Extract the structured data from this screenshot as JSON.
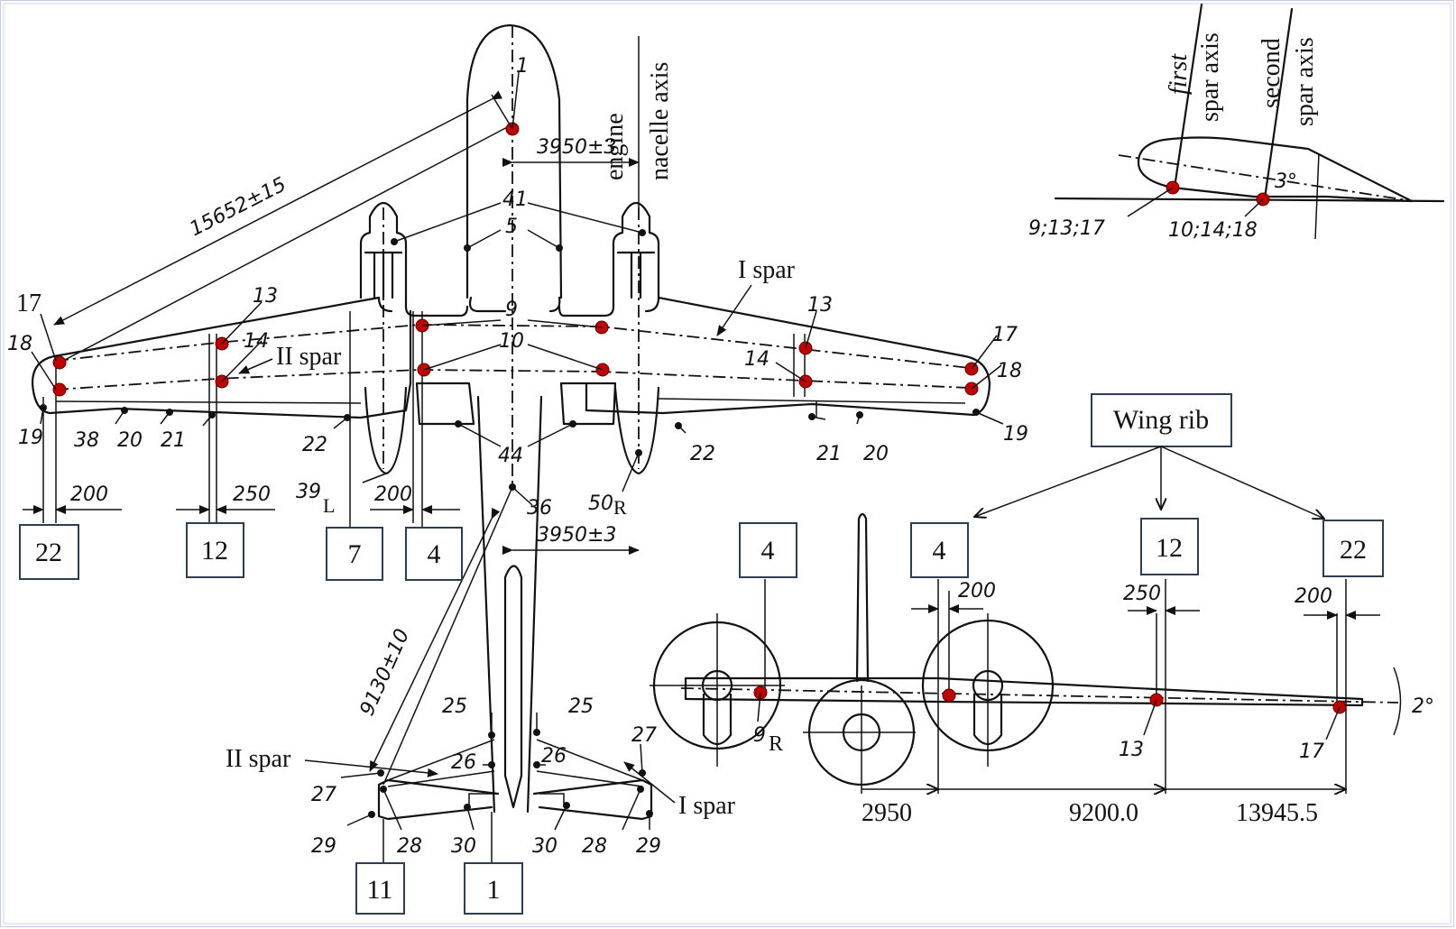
{
  "diagram": {
    "point_color": "#c00000",
    "box_border_color": "#2c3e50",
    "plan_view": {
      "dimensions": {
        "wing_diagonal": "15652±15",
        "nacelle_offset_top": "3950±3",
        "nacelle_offset_bottom": "3950±3",
        "tail_diagonal": "9130±10",
        "rib22_offset": "200",
        "rib12_offset": "250",
        "rib4_offset": "200"
      },
      "text_labels": {
        "engine": "engine",
        "nacelle_axis": "nacelle axis",
        "i_spar_wing": "I spar",
        "ii_spar_wing": "II spar",
        "ii_spar_tail": "II spar",
        "i_spar_tail": "I spar"
      },
      "point_numbers": {
        "p1": "1",
        "p41": "41",
        "p5": "5",
        "p9": "9",
        "p10": "10",
        "p44": "44",
        "p36": "36",
        "p13l": "13",
        "p14l": "14",
        "p17l": "17",
        "p18l": "18",
        "p19l": "19",
        "p38": "38",
        "p20l": "20",
        "p21l": "21",
        "p22l": "22",
        "p39": "39",
        "p39_sub": "L",
        "p50": "50",
        "p50_sub": "R",
        "p13r": "13",
        "p14r": "14",
        "p17r": "17",
        "p18r": "18",
        "p19r": "19",
        "p20r": "20",
        "p21r": "21",
        "p22r": "22",
        "p25l": "25",
        "p25r": "25",
        "p26l": "26",
        "p26r": "26",
        "p27l": "27",
        "p27r": "27",
        "p28l": "28",
        "p28r": "28",
        "p29l": "29",
        "p29r": "29",
        "p30l": "30",
        "p30r": "30"
      },
      "rib_boxes": [
        "22",
        "12",
        "7",
        "4",
        "11",
        "1"
      ]
    },
    "section_view": {
      "first_spar_axis": [
        "first",
        "spar axis"
      ],
      "second_spar_axis": [
        "second",
        "spar axis"
      ],
      "angle": "3°",
      "points_first_spar": "9;13;17",
      "points_second_spar": "10;14;18"
    },
    "front_view": {
      "wing_rib_label": "Wing rib",
      "rib_boxes": [
        "4",
        "4",
        "12",
        "22"
      ],
      "dihedral_angle": "2°",
      "offsets": [
        "200",
        "250",
        "200"
      ],
      "point_numbers": {
        "p9": "9",
        "p9_sub": "R",
        "p13": "13",
        "p17": "17"
      },
      "station_distances": [
        "2950",
        "9200.0",
        "13945.5"
      ]
    }
  }
}
